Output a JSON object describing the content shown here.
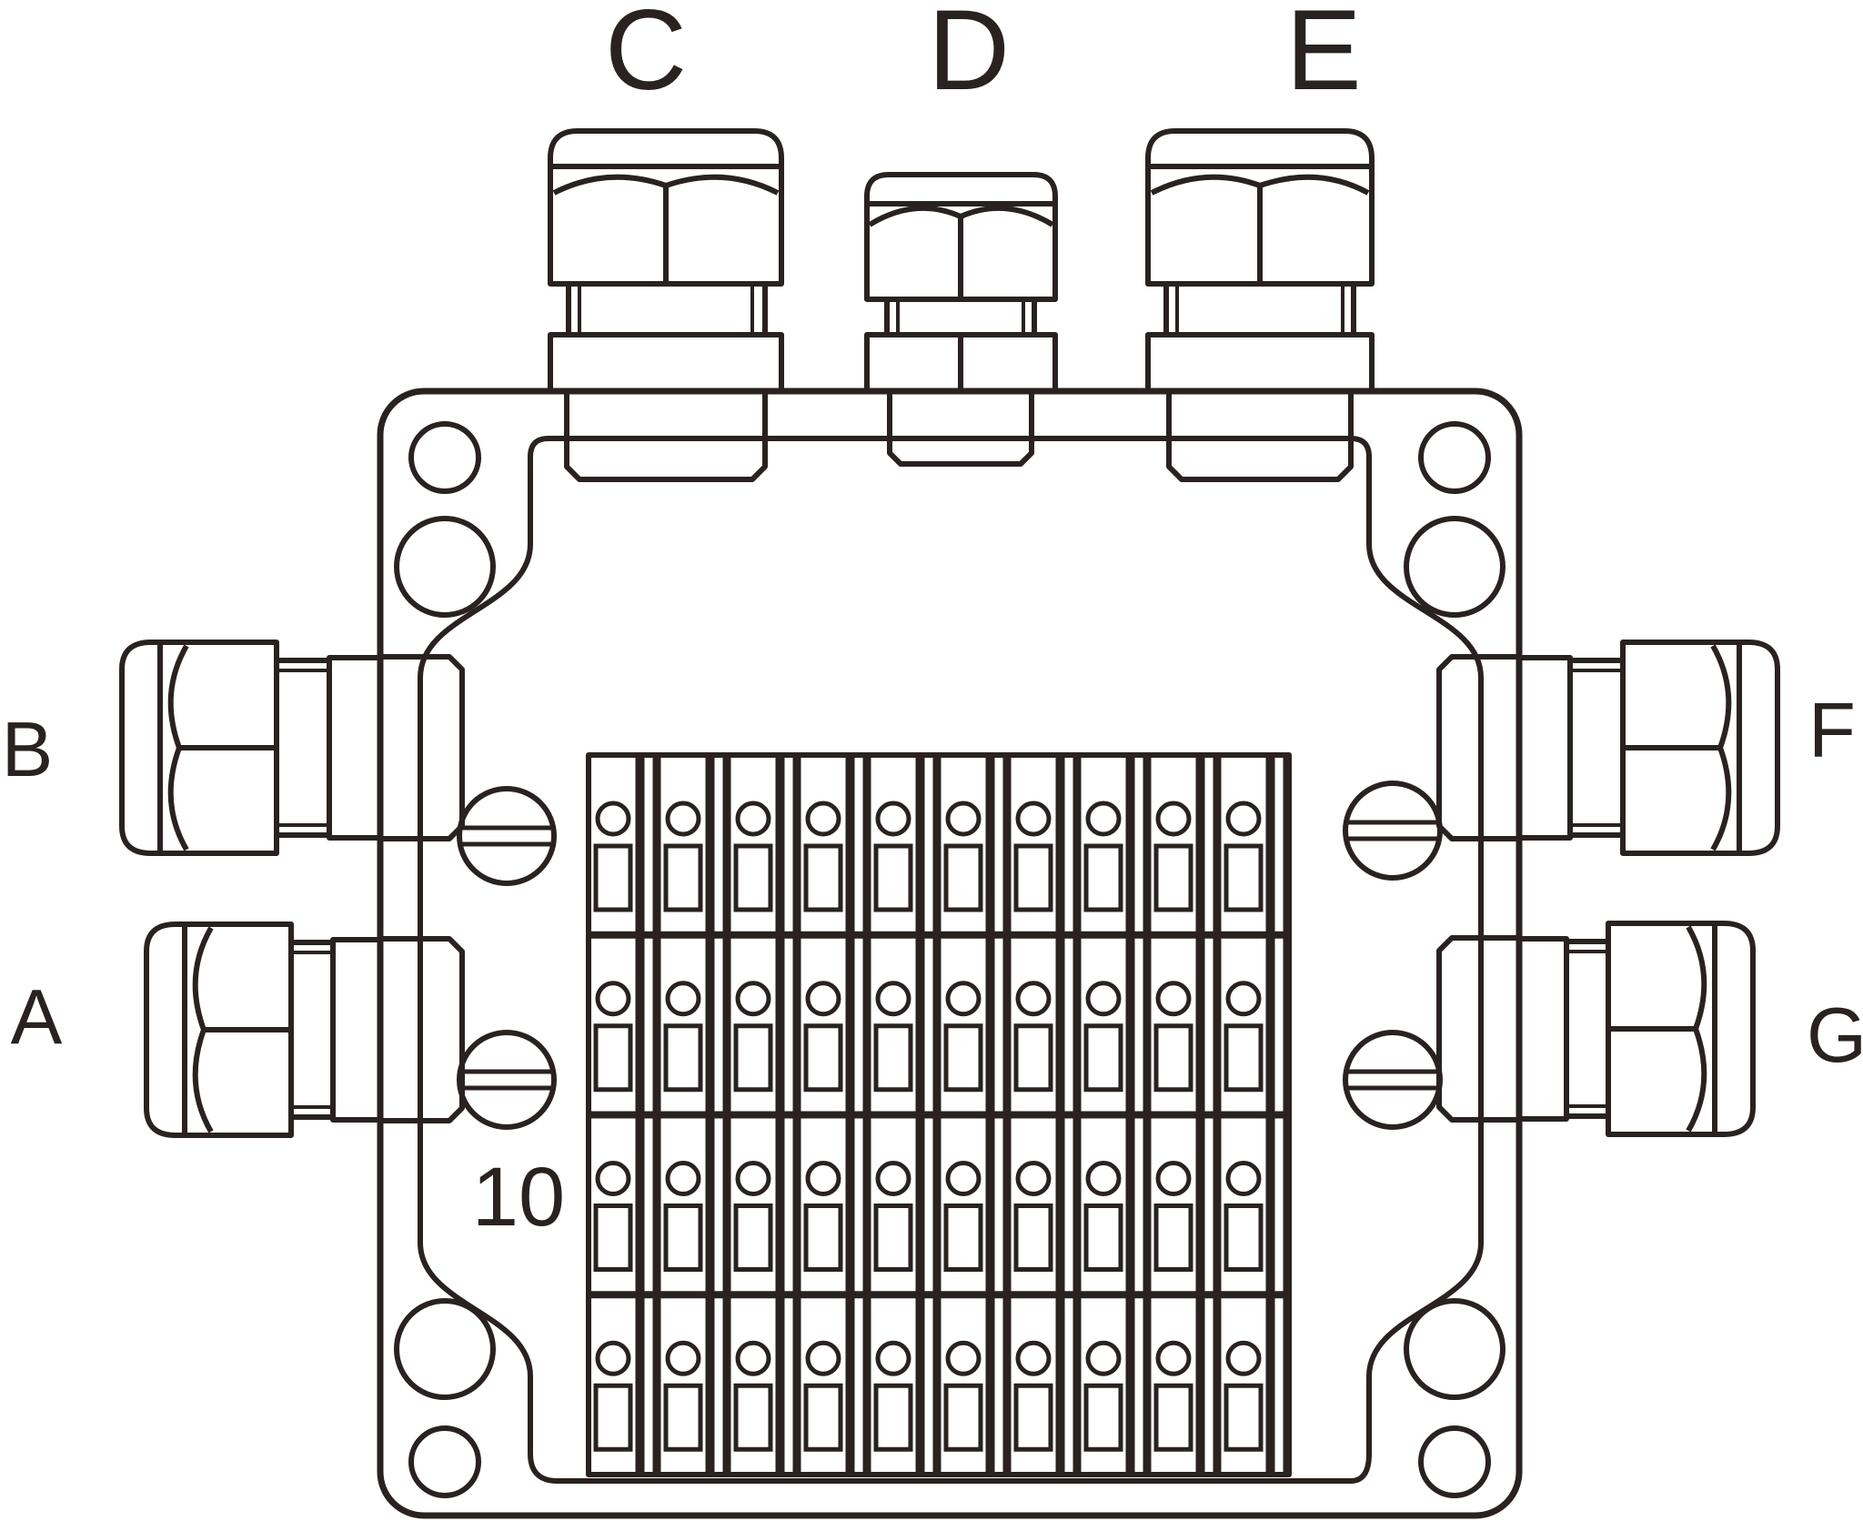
{
  "diagram": {
    "type": "technical line drawing - terminal junction box, top view",
    "background_color": "#ffffff",
    "line_color": "#292220",
    "labels": {
      "top": [
        "C",
        "D",
        "E"
      ],
      "left_upper": "B",
      "left_lower": "A",
      "right_upper": "F",
      "right_lower": "G",
      "terminal_count": "10"
    },
    "terminal_grid": {
      "columns": 10,
      "rows": 4
    },
    "cable_glands_total": 7,
    "cover_screws_total": 4,
    "corner_holes_total": 8
  }
}
